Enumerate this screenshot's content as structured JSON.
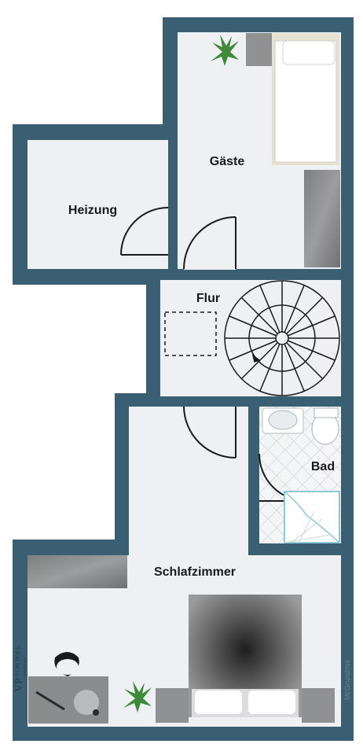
{
  "rooms": {
    "gaeste": "Gäste",
    "heizung": "Heizung",
    "flur": "Flur",
    "bad": "Bad",
    "schlafzimmer": "Schlafzimmer"
  },
  "brand": {
    "monogram": "VP",
    "name": "VON POLL",
    "sub": "IMMOBILIEN"
  },
  "credit": "McGrundriss",
  "colors": {
    "wall": "#3a5f73",
    "floor": "#eef0f4",
    "furniture": "#8a8c8e",
    "plant": "#3f8a3a"
  }
}
